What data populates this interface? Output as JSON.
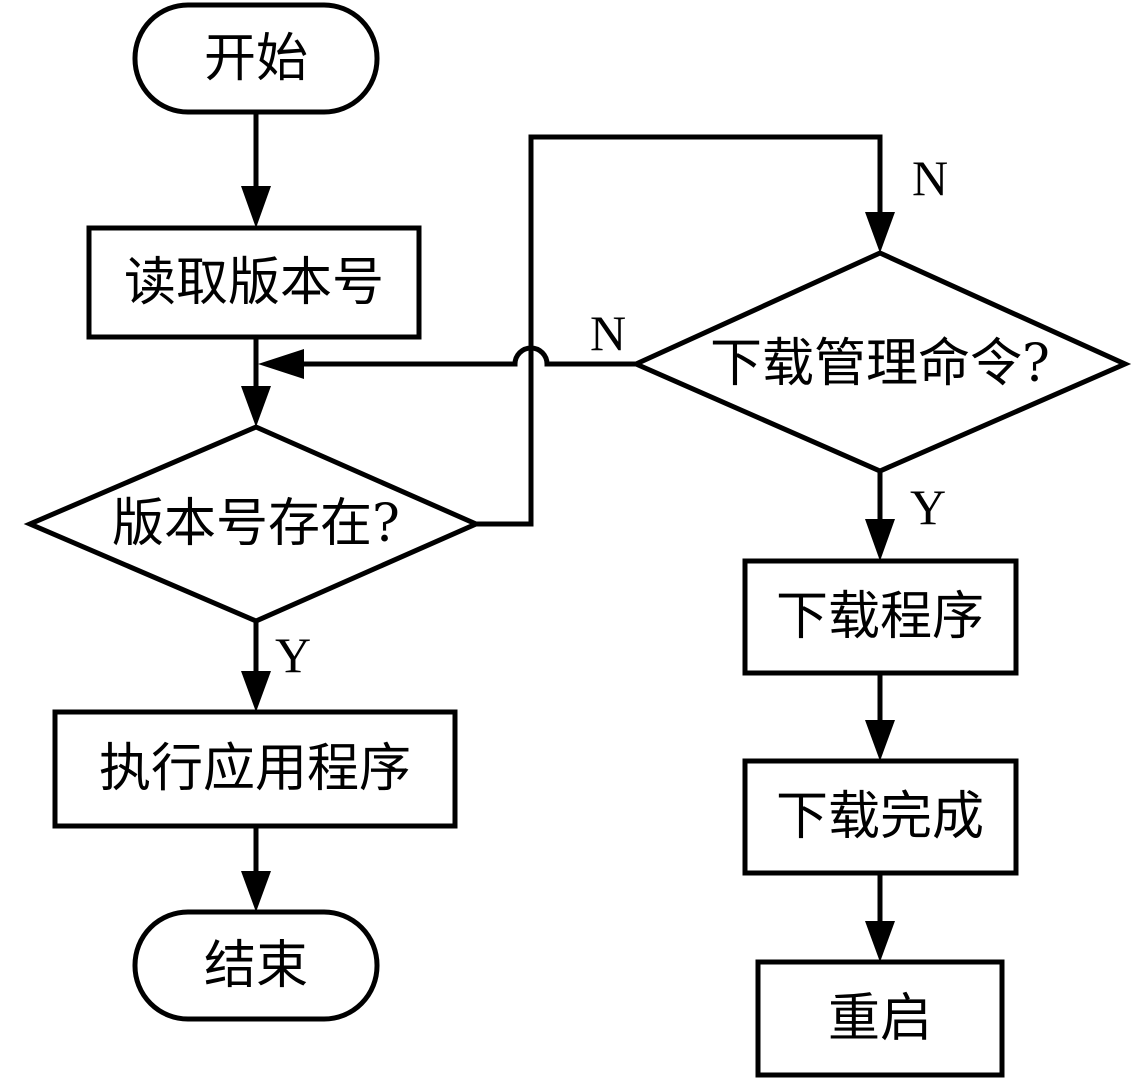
{
  "nodes": {
    "start": "开始",
    "read_version": "读取版本号",
    "version_exists": "版本号存在?",
    "run_app": "执行应用程序",
    "end": "结束",
    "download_cmd": "下载管理命令?",
    "download_program": "下载程序",
    "download_done": "下载完成",
    "restart": "重启"
  },
  "edge_labels": {
    "version_exists_no": "N",
    "version_exists_yes": "Y",
    "download_cmd_no": "N",
    "download_cmd_yes": "Y"
  },
  "colors": {
    "stroke": "#000000",
    "fill": "#ffffff"
  }
}
